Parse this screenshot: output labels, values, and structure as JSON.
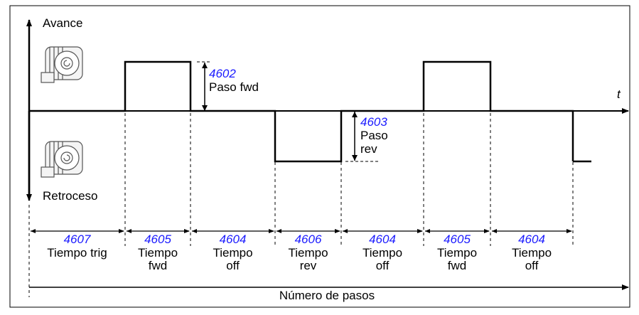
{
  "axis": {
    "forward_label": "Avance",
    "reverse_label": "Retroceso",
    "time_label": "t",
    "steps_label": "Número de pasos"
  },
  "levels": {
    "fwd": {
      "param": "4602",
      "text_lines": [
        "Paso fwd"
      ]
    },
    "rev": {
      "param": "4603",
      "text_lines": [
        "Paso",
        "rev"
      ]
    }
  },
  "intervals": [
    {
      "param": "4607",
      "lines": [
        "Tiempo trig"
      ],
      "state": "zero"
    },
    {
      "param": "4605",
      "lines": [
        "Tiempo",
        "fwd"
      ],
      "state": "fwd"
    },
    {
      "param": "4604",
      "lines": [
        "Tiempo",
        "off"
      ],
      "state": "zero"
    },
    {
      "param": "4606",
      "lines": [
        "Tiempo",
        "rev"
      ],
      "state": "rev"
    },
    {
      "param": "4604",
      "lines": [
        "Tiempo",
        "off"
      ],
      "state": "zero"
    },
    {
      "param": "4605",
      "lines": [
        "Tiempo",
        "fwd"
      ],
      "state": "fwd"
    },
    {
      "param": "4604",
      "lines": [
        "Tiempo",
        "off"
      ],
      "state": "zero"
    }
  ],
  "colors": {
    "param_text": "#1a1aff",
    "line": "#000000"
  },
  "icons": [
    "motor-forward-icon",
    "motor-reverse-icon"
  ]
}
